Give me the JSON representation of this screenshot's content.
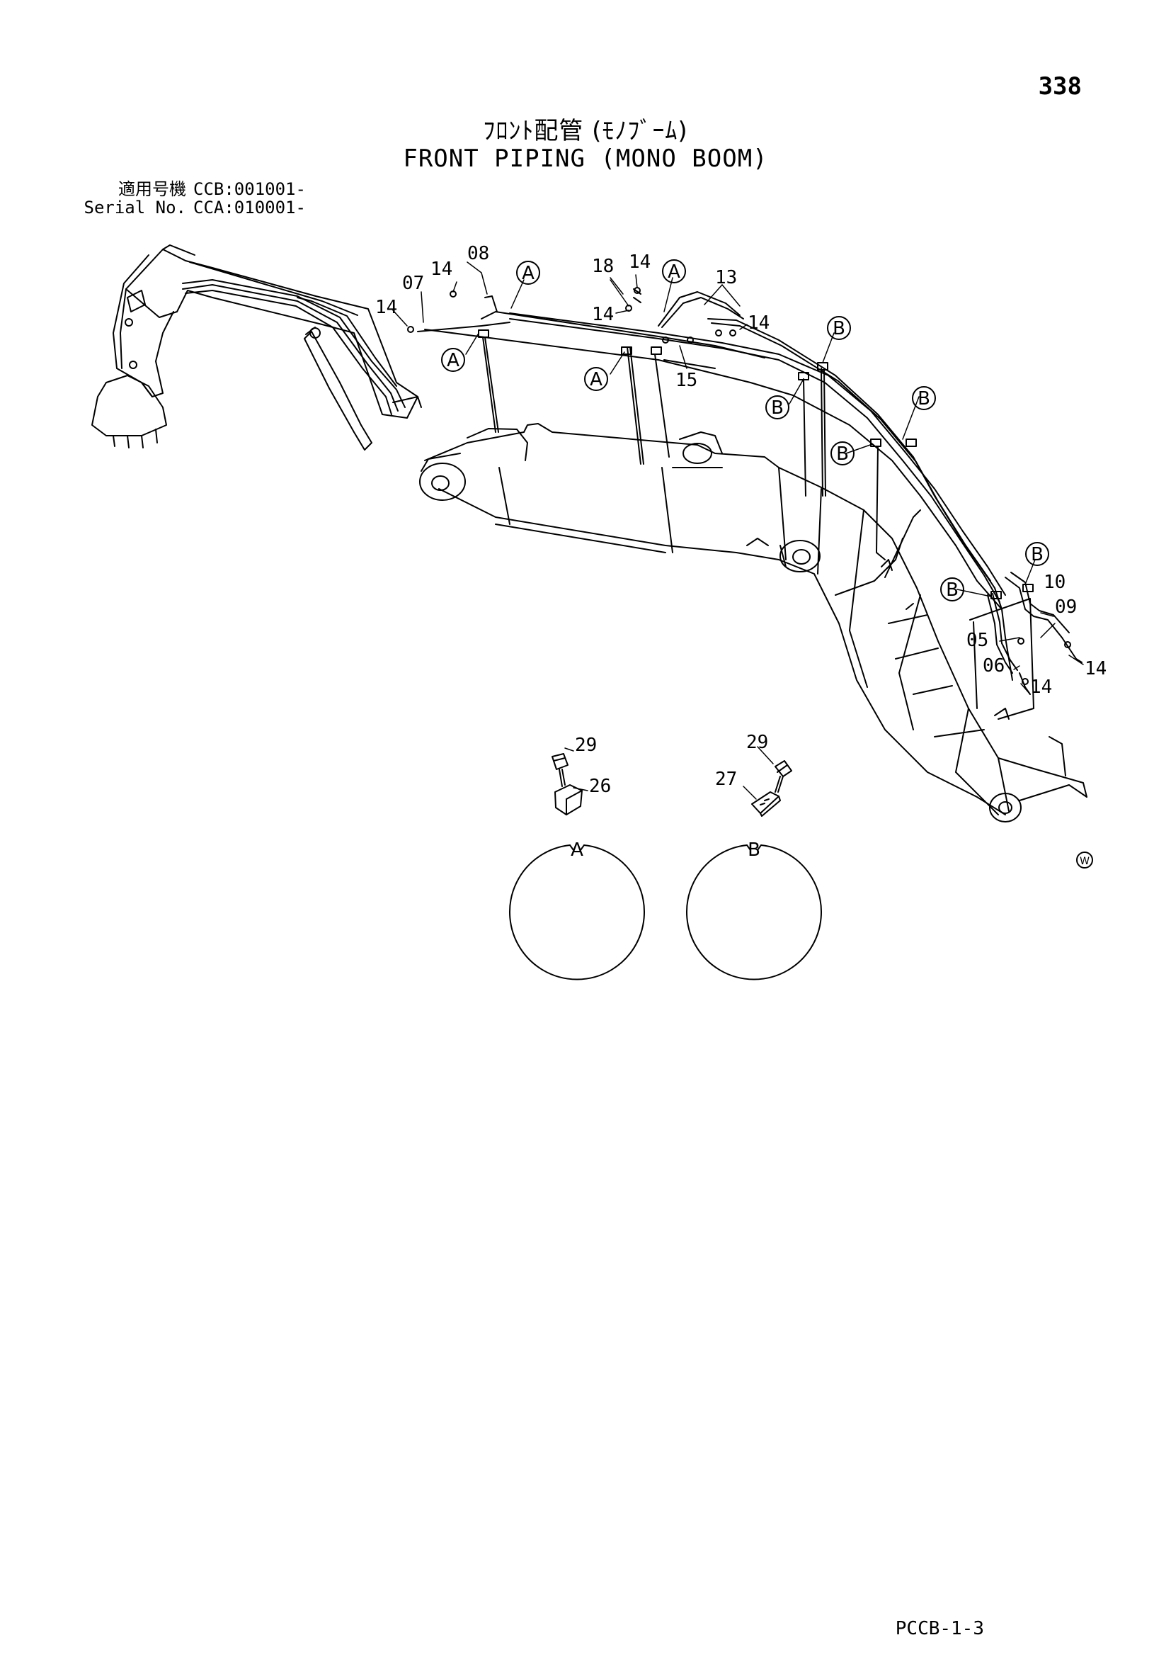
{
  "page": {
    "page_number": "338",
    "title_jp": "ﾌﾛﾝﾄ配管 (ﾓﾉﾌﾞｰﾑ)",
    "title_en": "FRONT PIPING (MONO BOOM)",
    "serial": [
      {
        "label": "適用号機",
        "value": "CCB:001001-"
      },
      {
        "label": "Serial No.",
        "value": "CCA:010001-"
      }
    ],
    "footer_code": "PCCB-1-3",
    "watermark_symbol": "Ⓦ"
  },
  "diagram": {
    "part_numbers": [
      "08",
      "14",
      "07",
      "14",
      "18",
      "14",
      "14",
      "13",
      "14",
      "15",
      "10",
      "09",
      "05",
      "06",
      "14",
      "14"
    ],
    "callout_letters": [
      "A",
      "A",
      "A",
      "A",
      "B",
      "B",
      "B",
      "B",
      "B",
      "B"
    ],
    "detail_views": [
      {
        "name": "A",
        "parts": [
          "29",
          "26"
        ]
      },
      {
        "name": "B",
        "parts": [
          "29",
          "27"
        ]
      }
    ]
  }
}
